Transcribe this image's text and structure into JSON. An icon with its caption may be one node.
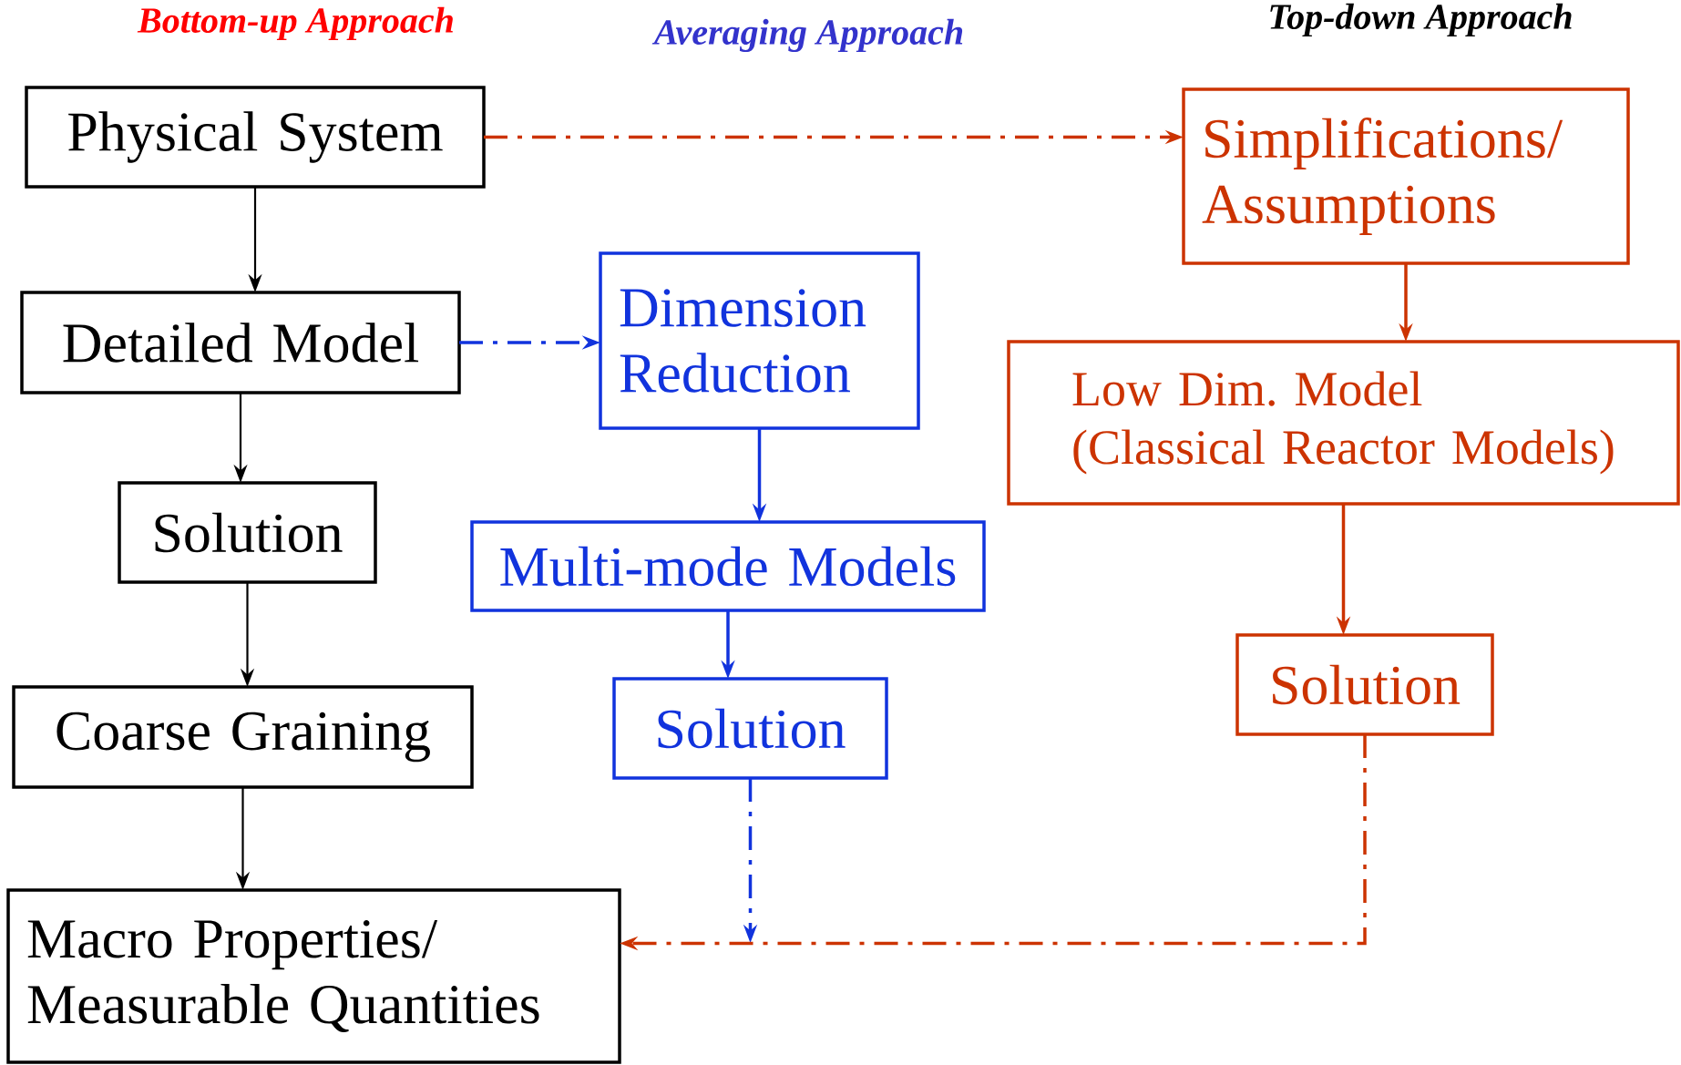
{
  "diagram": {
    "nodes": [
      {
        "text": [
          "Physical System"
        ]
      },
      {
        "text": [
          "Detailed Model"
        ]
      },
      {
        "text": [
          "Solution"
        ]
      },
      {
        "text": [
          "Coarse Graining"
        ]
      },
      {
        "text": [
          "Macro Properties/ Measurable Quantities"
        ]
      },
      {
        "text": [
          "Dimension Reduction"
        ]
      },
      {
        "text": [
          "Multi-mode Models"
        ]
      },
      {
        "text": [
          "Solution"
        ]
      },
      {
        "text": [
          "Simplifications/ Assumptions"
        ]
      },
      {
        "text": [
          "Low Dim. Model (Classical Reactor Models)"
        ]
      },
      {
        "text": [
          "Solution"
        ]
      }
    ],
    "edges": [
      {
        "from": 0,
        "to": 1,
        "arrow": "to"
      },
      {
        "from": 1,
        "to": 2,
        "arrow": "to"
      },
      {
        "from": 2,
        "to": 3,
        "arrow": "to"
      },
      {
        "from": 3,
        "to": 4,
        "arrow": "to"
      },
      {
        "from": 1,
        "to": 5,
        "arrow": "to",
        "style": "dashed",
        "color": "#1133dd"
      },
      {
        "from": 5,
        "to": 6,
        "arrow": "to",
        "color": "#1133dd"
      },
      {
        "from": 6,
        "to": 7,
        "arrow": "to",
        "color": "#1133dd"
      },
      {
        "from": 7,
        "to": null,
        "arrow": "to",
        "style": "dashed",
        "color": "#1133dd"
      },
      {
        "from": 0,
        "to": 8,
        "arrow": "to",
        "style": "dashed",
        "color": "#cc3300"
      },
      {
        "from": 8,
        "to": 9,
        "arrow": "to",
        "color": "#cc3300"
      },
      {
        "from": 9,
        "to": 10,
        "arrow": "to",
        "color": "#cc3300"
      },
      {
        "from": 10,
        "to": 4,
        "arrow": "to",
        "style": "dashed",
        "color": "#cc3300"
      }
    ],
    "labels": [
      "Bottom-up Approach",
      "Averaging Approach",
      "Top-down Approach"
    ]
  }
}
